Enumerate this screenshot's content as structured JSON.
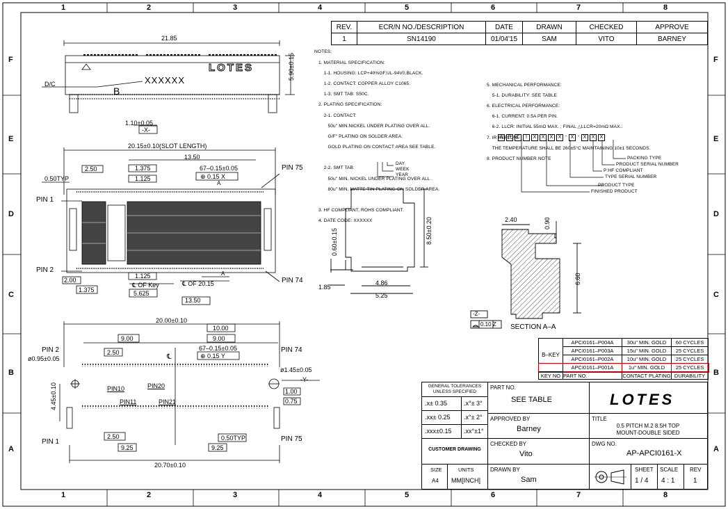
{
  "grid": {
    "columns": [
      "1",
      "2",
      "3",
      "4",
      "5",
      "6",
      "7",
      "8"
    ],
    "rows": [
      "F",
      "E",
      "D",
      "C",
      "B",
      "A"
    ]
  },
  "revision_table": {
    "headers": [
      "REV.",
      "ECR/N NO./DESCRIPTION",
      "DATE",
      "DRAWN",
      "CHECKED",
      "APPROVE"
    ],
    "row": [
      "1",
      "SN14190",
      "01/04'15",
      "SAM",
      "VITO",
      "BARNEY"
    ]
  },
  "notes": {
    "heading": "NOTES:",
    "left": [
      "1. MATERIAL SPECIFICATION:",
      "    1-1. HOUSING: LCP+40%GF,UL-94V0,BLACK.",
      "    1-2. CONTACT: COPPER ALLOY C1065.",
      "    1-3. SMT TAB: S50C.",
      "2. PLATING SPECIFICATION:",
      "    2-1. CONTACT:",
      "       50u\" MIN.NICKEL UNDER PLATING OVER ALL.",
      "       G/F\" PLATING ON SOLDER AREA.",
      "       GOLD PLATING ON CONTACT AREA SEE TABLE.",
      "",
      "    2-2. SMT TAB:",
      "       50u\" MIN. NICKEL UNDER PLATING OVER ALL .",
      "       80u\" MIN. MATTE TIN PLATING ON SOLDER AREA.",
      "",
      "3. HF COMPLIANT, ROHS COMPLIANT.",
      "4. DATE CODE: XXXXXX"
    ],
    "right": [
      "5. MECHANICAL PERFORMANCE:",
      "    5-1. DURABILITY: SEE TABLE",
      "6. ELECTRICAL PERFORMANCE:",
      "    6-1. CURRENT: 0.5A PER PIN.",
      "    6-2. LLCR: INITIAL 55mΩ MAX. ; FINAL △LLCR=20mΩ MAX..",
      "7. IR REFLOW:",
      "    THE TEMPERATURE SHALL BE 260±5°C MAINTAINING 10±1 SECONDS.",
      "8. PRODUCT NUMBER NOTE"
    ],
    "date_code_labels": [
      "DAY",
      "WEEK",
      "YEAR"
    ],
    "part_number_boxes": [
      "A",
      "P",
      "C",
      "I",
      "X",
      "X",
      "X",
      "X",
      "X",
      "X",
      "X",
      "X"
    ],
    "part_number_labels": [
      "PACKING TYPE",
      "PRODUCT SERIAL NUMBER",
      "P:HF COMPLIANT",
      "TYPE SERIAL NUMBER",
      "PRODUCT TYPE",
      "FINISHED PRODUCT"
    ]
  },
  "top_view": {
    "dim_width": "21.85",
    "dim_height": "5.90±0.15",
    "dc_label": "D/C",
    "dc_code": "XXXXXX",
    "brand": "LOTES",
    "key_mark": "B",
    "tab_dim": "1.10±0.05",
    "datum": "-X-"
  },
  "plan_view": {
    "slot_length": "20.15±0.10(SLOT LENGTH)",
    "d_13_50_top": "13.50",
    "d_2_50": "2.50",
    "d_1_375_a": "1.375",
    "d_1_125_a": "1.125",
    "pitch_dim": "67–0.15±0.05",
    "pos_tol": "⊕ 0.15 X",
    "letter_a": "A",
    "typ": "0.50TYP",
    "pin1": "PIN 1",
    "pin75": "PIN 75",
    "pin2": "PIN 2",
    "pin74": "PIN 74",
    "d_1_125_b": "1.125",
    "d_2_00": "2.00",
    "cl_key": "℄ OF Key",
    "cl_2015": "℄ OF 20.15",
    "d_1_375_b": "1.375",
    "d_5_625": "5.625",
    "d_13_50_bottom": "13.50"
  },
  "side_view": {
    "d_8_50": "8.50±0.20",
    "d_0_60": "0.60±0.15",
    "d_1_85": "1.85",
    "d_4_86": "4.86",
    "d_5_25": "5.25"
  },
  "section_view": {
    "d_2_40": "2.40",
    "d_0_90": "0.90",
    "d_6_60": "6.60",
    "datum": "-Z-",
    "flatness": "0.10 Z",
    "caption": "SECTION  A–A"
  },
  "footprint_view": {
    "d_20_00": "20.00±0.10",
    "d_10_00": "10.00",
    "d_9_00_a": "9.00",
    "d_9_00_b": "9.00",
    "d_2_50_a": "2.50",
    "pitch_dim": "67–0.15±0.05",
    "pos_tol": "⊕ 0.15 Y",
    "cl": "℄",
    "pin2": "PIN  2",
    "pin74": "PIN  74",
    "hole_small": "ø0.95±0.05",
    "hole_large": "ø1.45±0.05",
    "datum": "-Y-",
    "pin10": "PIN10",
    "pin20": "PIN20",
    "d_4_45": "4.45±0.10",
    "d_1_00": "1.00",
    "d_0_75": "0.75",
    "pin11": "PIN11",
    "pin21": "PIN21",
    "d_2_50_b": "2.50",
    "typ": "0.50TYP",
    "pin1": "PIN  1",
    "pin75": "PIN  75",
    "d_9_25_a": "9.25",
    "d_9_25_b": "9.25",
    "d_20_70": "20.70±0.10"
  },
  "key_table": {
    "group_label": "B–KEY",
    "rows": [
      [
        "APCI0161–P004A",
        "30u\"  MIN.  GOLD",
        "60  CYCLES"
      ],
      [
        "APCI0161–P003A",
        "15u\"  MIN.  GOLD",
        "25  CYCLES"
      ],
      [
        "APCI0161–P002A",
        "10u\"  MIN.  GOLD",
        "25  CYCLES"
      ],
      [
        "APCI0161–P001A",
        "1u\"  MIN.  GOLD",
        "25  CYCLES"
      ]
    ],
    "highlight_color": "#c00000",
    "footer": [
      "KEY NO",
      "PART  NO.",
      "CONTACT  PLATING",
      "DURABILITY"
    ]
  },
  "title_block": {
    "tol_header": "GENERAL TOLERANCES\nUNLESS  SPECIFIED",
    "tol": [
      [
        ".x± 0.35",
        ".x°± 3°"
      ],
      [
        ".xx± 0.25",
        ".x°± 2°"
      ],
      [
        ".xxx±0.15",
        ".xx°±1°"
      ]
    ],
    "customer_drawing": "CUSTOMER DRAWING",
    "size_label": "SIZE",
    "size": "A4",
    "units_label": "UNITS",
    "units": "MM[INCH]",
    "part_no_label": "PART NO.",
    "part_no": "SEE TABLE",
    "approved_label": "APPROVED BY",
    "approved": "Barney",
    "checked_label": "CHECKED BY",
    "checked": "Vito",
    "drawn_label": "DRAWN BY",
    "drawn": "Sam",
    "company": "LOTES",
    "title_label": "TITLE",
    "title_line1": "0.5 PITCH M.2 8.5H TOP",
    "title_line2": "MOUNT-DOUBLE SIDED",
    "dwg_label": "DWG NO.",
    "dwg_no": "AP-APCI0161-X",
    "sheet_label": "SHEET",
    "sheet": "1 / 4",
    "scale_label": "SCALE",
    "scale": "4 : 1",
    "rev_label": "REV",
    "rev": "1"
  }
}
